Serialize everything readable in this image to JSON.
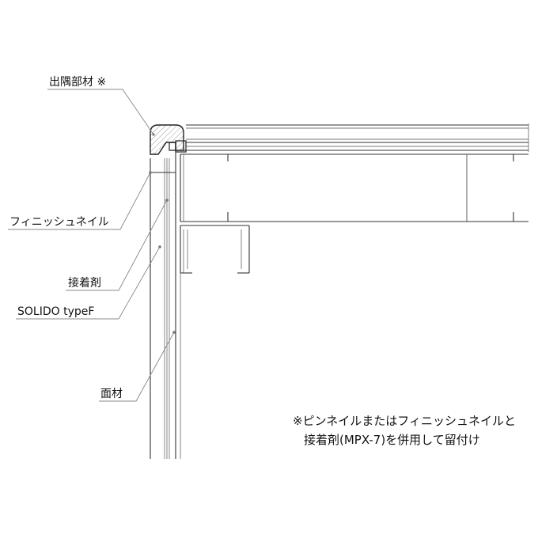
{
  "labels": {
    "corner_member": "出隅部材 ※",
    "finish_nail": "フィニッシュネイル",
    "adhesive": "接着剤",
    "solido": "SOLIDO typeF",
    "face_material": "面材"
  },
  "note": {
    "line1": "※ピンネイルまたはフィニッシュネイルと",
    "line2": "接着剤(MPX-7)を併用して留付け"
  },
  "colors": {
    "line": "#333333",
    "thin": "#777777",
    "hatch": "#999999"
  }
}
